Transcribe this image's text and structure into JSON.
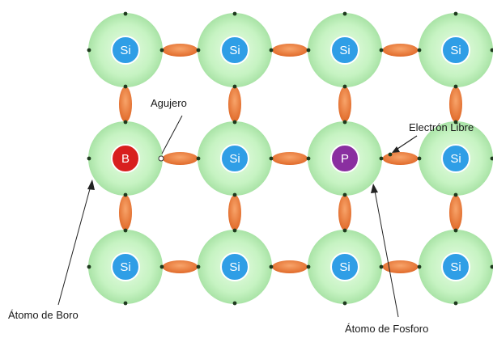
{
  "labels": {
    "hole": "Agujero",
    "free_electron": "Electrón Libre",
    "boron_atom": "Átomo de Boro",
    "phosphorus_atom": "Átomo de Fosforo"
  },
  "atoms": [
    [
      "Si",
      "Si",
      "Si",
      "Si"
    ],
    [
      "B",
      "Si",
      "P",
      "Si"
    ],
    [
      "Si",
      "Si",
      "Si",
      "Si"
    ]
  ],
  "colors": {
    "halo": "#c6f3c2",
    "halo_edge": "#a7e2a4",
    "silicon": "#2f9ee6",
    "boron": "#d81f1f",
    "phosphorus": "#8a2fa0",
    "bond": "#ee7a3a",
    "electron": "#1f3b1f"
  }
}
